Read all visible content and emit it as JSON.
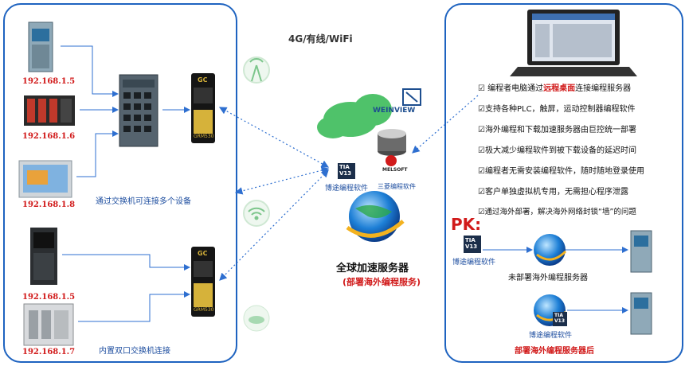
{
  "network_label": "4G/有线/WiFi",
  "left": {
    "devices": [
      {
        "ip": "192.168.1.5"
      },
      {
        "ip": "192.168.1.6"
      },
      {
        "ip": "192.168.1.8"
      },
      {
        "ip": "192.168.1.5"
      },
      {
        "ip": "192.168.1.7"
      }
    ],
    "switch_caption": "通过交换机可连接多个设备",
    "dual_caption": "内置双口交换机连接",
    "module_top": "GC",
    "module_bottom": "GRM530"
  },
  "center": {
    "weinview": "WEINVIEW",
    "tia_text": "TIA\nV13",
    "tia_label": "博途编程软件",
    "melsoft": "MELSOFT",
    "melsoft_label": "三菱编程软件",
    "server_title": "全球加速服务器",
    "server_sub": "(部署海外编程服务)"
  },
  "right": {
    "features": [
      {
        "pre": "☑ 编程者电脑通过",
        "hl": "远程桌面",
        "post": "连接编程服务器"
      },
      {
        "pre": "☑支持各种PLC，触屏，运动控制器编程软件",
        "hl": "",
        "post": ""
      },
      {
        "pre": "☑海外编程和下载加速服务器由巨控统一部署",
        "hl": "",
        "post": ""
      },
      {
        "pre": "☑极大减少编程软件到被下载设备的延迟时间",
        "hl": "",
        "post": ""
      },
      {
        "pre": "☑编程者无需安装编程软件，随时随地登录使用",
        "hl": "",
        "post": ""
      },
      {
        "pre": "☑客户单独虚拟机专用，无需担心程序泄露",
        "hl": "",
        "post": ""
      },
      {
        "pre": "☑通过海外部署，解决海外网络封锁“墙”的问题",
        "hl": "",
        "post": ""
      }
    ],
    "pk": "PK:",
    "tia_label": "博途编程软件",
    "tia_label2": "博途编程软件",
    "not_deployed": "未部署海外编程服务器",
    "deployed": "部署海外编程服务器后"
  }
}
